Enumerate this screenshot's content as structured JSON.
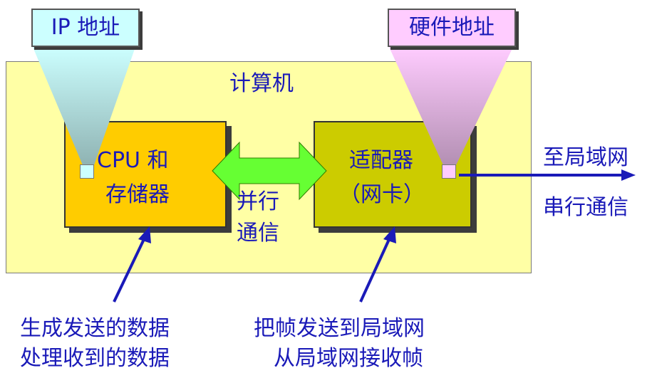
{
  "labels": {
    "ip_address": "IP 地址",
    "hardware_address": "硬件地址",
    "computer": "计算机",
    "cpu_memory_line1": "CPU 和",
    "cpu_memory_line2": "存储器",
    "adapter_line1": "适配器",
    "adapter_line2": "（网卡）",
    "parallel_line1": "并行",
    "parallel_line2": "通信",
    "to_lan": "至局域网",
    "serial_comm": "串行通信",
    "cpu_note_line1": "生成发送的数据",
    "cpu_note_line2": "处理收到的数据",
    "adapter_note_line1": "把帧发送到局域网",
    "adapter_note_line2": "从局域网接收帧"
  },
  "colors": {
    "text": "#1a1ab8",
    "computer_box": "#ffffa5",
    "cpu_box": "#ffcc00",
    "adapter_box": "#cccc00",
    "ip_label_bg": "#ccffff",
    "hw_label_bg": "#ffccff",
    "parallel_arrow": "#66ff33"
  }
}
